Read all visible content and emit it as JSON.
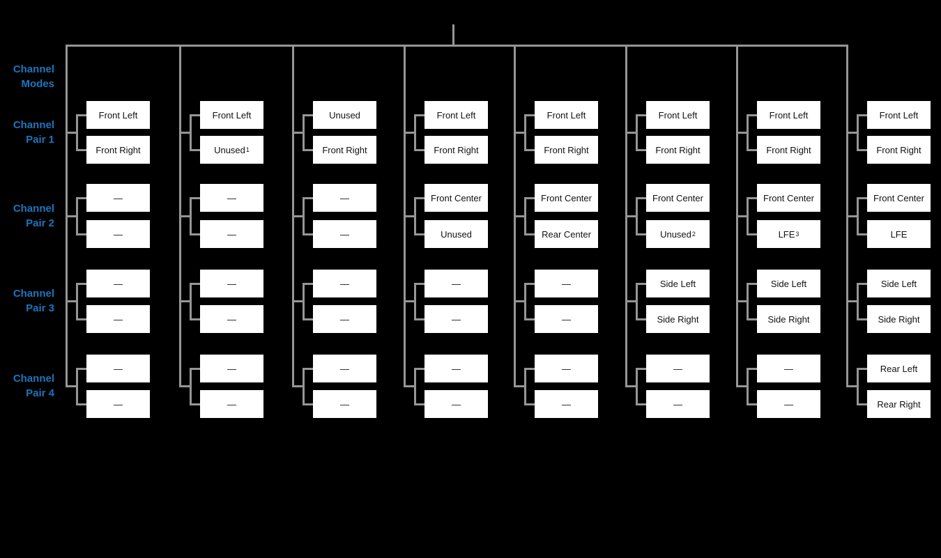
{
  "labels": {
    "modes": [
      "Channel",
      "Modes"
    ],
    "pairs": [
      [
        "Channel",
        "Pair 1"
      ],
      [
        "Channel",
        "Pair 2"
      ],
      [
        "Channel",
        "Pair 3"
      ],
      [
        "Channel",
        "Pair 4"
      ]
    ]
  },
  "colors": {
    "background": "#000000",
    "connector_gray": "#969696",
    "box_background": "#ffffff",
    "box_text": "#111111",
    "label_blue": "#1c75bc"
  },
  "dash": "—",
  "diagram": {
    "columns": [
      {
        "pairs": [
          [
            "Front Left",
            "Front Right"
          ],
          [
            "—",
            "—"
          ],
          [
            "—",
            "—"
          ],
          [
            "—",
            "—"
          ]
        ]
      },
      {
        "pairs": [
          [
            "Front Left",
            {
              "text": "Unused",
              "sup": "1"
            }
          ],
          [
            "—",
            "—"
          ],
          [
            "—",
            "—"
          ],
          [
            "—",
            "—"
          ]
        ]
      },
      {
        "pairs": [
          [
            "Unused",
            "Front Right"
          ],
          [
            "—",
            "—"
          ],
          [
            "—",
            "—"
          ],
          [
            "—",
            "—"
          ]
        ]
      },
      {
        "pairs": [
          [
            "Front Left",
            "Front Right"
          ],
          [
            "Front Center",
            "Unused"
          ],
          [
            "—",
            "—"
          ],
          [
            "—",
            "—"
          ]
        ]
      },
      {
        "pairs": [
          [
            "Front Left",
            "Front Right"
          ],
          [
            "Front Center",
            "Rear Center"
          ],
          [
            "—",
            "—"
          ],
          [
            "—",
            "—"
          ]
        ]
      },
      {
        "pairs": [
          [
            "Front Left",
            "Front Right"
          ],
          [
            "Front Center",
            {
              "text": "Unused",
              "sup": "2"
            }
          ],
          [
            "Side Left",
            "Side Right"
          ],
          [
            "—",
            "—"
          ]
        ]
      },
      {
        "pairs": [
          [
            "Front Left",
            "Front Right"
          ],
          [
            "Front Center",
            {
              "text": "LFE",
              "sup": "3"
            }
          ],
          [
            "Side Left",
            "Side Right"
          ],
          [
            "—",
            "—"
          ]
        ]
      },
      {
        "pairs": [
          [
            "Front Left",
            "Front Right"
          ],
          [
            "Front Center",
            "LFE"
          ],
          [
            "Side Left",
            "Side Right"
          ],
          [
            "Rear Left",
            "Rear Right"
          ]
        ]
      }
    ]
  }
}
